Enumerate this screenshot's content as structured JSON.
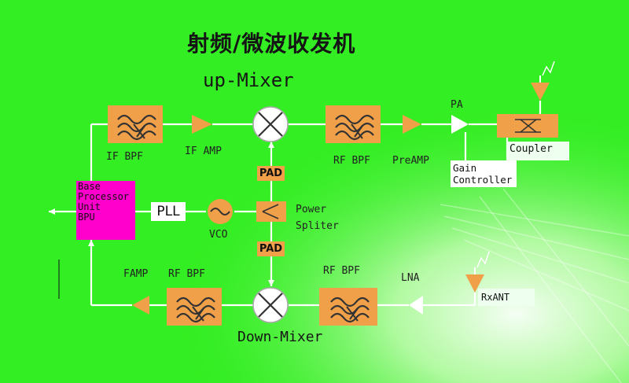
{
  "title": "射频/微波收发机",
  "up_mixer_label": "up-Mixer",
  "down_mixer_label": "Down-Mixer",
  "bpu": {
    "line1": "Base",
    "line2": "Processor",
    "line3": "Unit",
    "line4": "BPU"
  },
  "pll_label": "PLL",
  "vco_label": "VCO",
  "pad_top_label": "PAD",
  "pad_bottom_label": "PAD",
  "power_splitter": {
    "line1": "Power",
    "line2": "Spliter"
  },
  "if_bpf_label": "IF BPF",
  "if_amp_label": "IF AMP",
  "rf_bpf_tx_label": "RF BPF",
  "preamp_label": "PreAMP",
  "pa_label": "PA",
  "coupler_label": "Coupler",
  "gain_controller": {
    "line1": "Gain",
    "line2": "Controller"
  },
  "rf_bpf_rx_label": "RF BPF",
  "lna_label": "LNA",
  "rxant_label": "RxANT",
  "famp_label": "FAMP",
  "rf_bpf_out_label": "RF BPF",
  "colors": {
    "background": "#33ee22",
    "block": "#f0a048",
    "bpu": "#ff00cc",
    "line": "#ffffff",
    "label_bg": "#eefff0"
  },
  "icons": [
    "filter-icon",
    "amplifier-icon",
    "mixer-icon",
    "vco-icon",
    "splitter-icon",
    "antenna-icon",
    "coupler-icon",
    "arrow-icon"
  ]
}
